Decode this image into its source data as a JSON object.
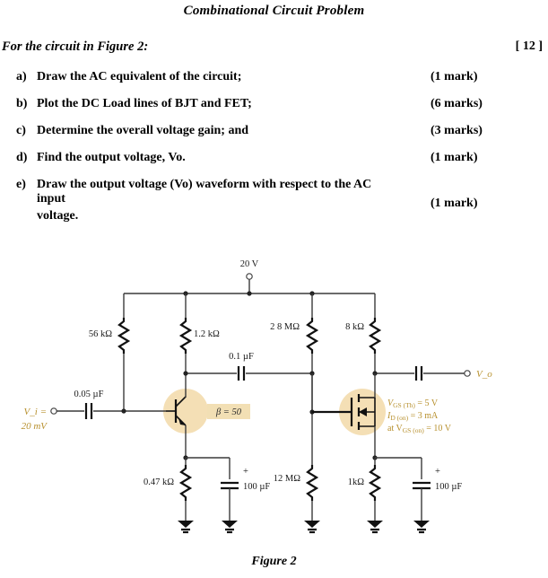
{
  "document": {
    "title": "Combinational Circuit Problem",
    "lead": "For the circuit in Figure 2:",
    "total_marks": "[ 12 ]",
    "figure_caption": "Figure 2"
  },
  "questions": [
    {
      "label": "a)",
      "text": "Draw the AC equivalent of the circuit;",
      "marks": "(1 mark)"
    },
    {
      "label": "b)",
      "text": "Plot the DC Load lines of BJT and FET;",
      "marks": "(6 marks)"
    },
    {
      "label": "c)",
      "text": "Determine the overall voltage gain; and",
      "marks": "(3 marks)"
    },
    {
      "label": "d)",
      "text": "Find the output voltage, Vo.",
      "marks": "(1 mark)"
    },
    {
      "label": "e)",
      "text": "Draw the output voltage (Vo) waveform with respect to the AC input",
      "text2": "voltage.",
      "marks": "(1 mark)"
    }
  ],
  "circuit": {
    "supply_label": "20 V",
    "input_label": "V_i =",
    "input_value": "20 mV",
    "output_label": "V_o",
    "input_cap": "0.05 µF",
    "coupling_cap": "0.1 µF",
    "r_base_upper": "56 kΩ",
    "r_collector": "1.2 kΩ",
    "r_emitter": "0.47 kΩ",
    "c_emitter_bypass": "100 µF",
    "bjt_beta": "β = 50",
    "r_gate_upper": "2 8 MΩ",
    "r_gate_lower": "12 MΩ",
    "r_drain": "8 kΩ",
    "r_source": "1kΩ",
    "c_source_bypass": "100 µF",
    "fet_spec_line1_a": "V",
    "fet_spec_line1_b": "GS (Th)",
    "fet_spec_line1_c": " = 5 V",
    "fet_spec_line2_a": "I",
    "fet_spec_line2_b": "D (on)",
    "fet_spec_line2_c": " = 3 mA",
    "fet_spec_line3_a": "at V",
    "fet_spec_line3_b": "GS (on)",
    "fet_spec_line3_c": " = 10 V",
    "colors": {
      "highlight": "#f2d9a8",
      "gold_text": "#b8912f",
      "wire": "#3a3a3a",
      "component": "#111111"
    }
  }
}
